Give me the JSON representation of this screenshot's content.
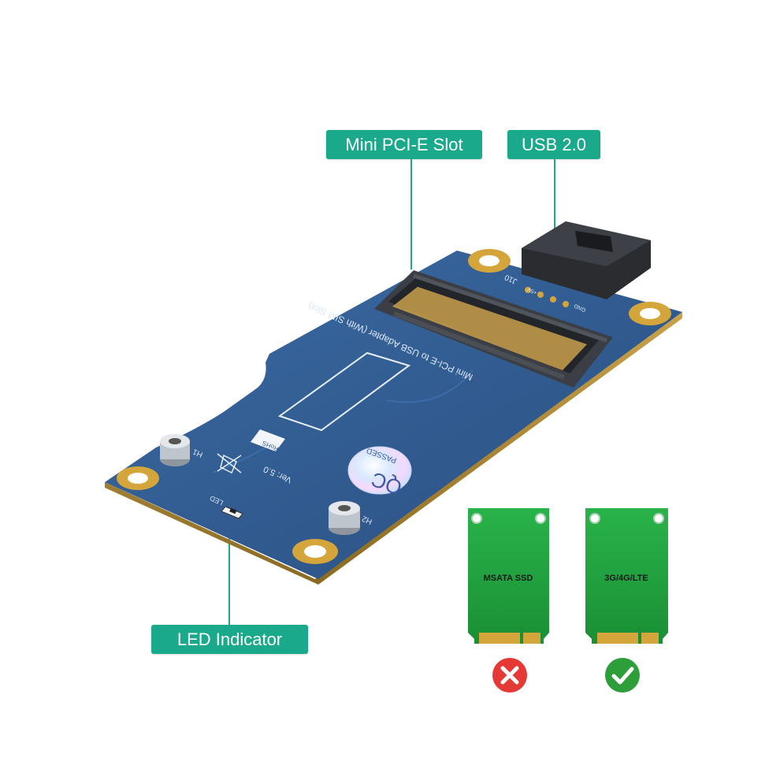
{
  "callouts": {
    "slot": "Mini PCI-E Slot",
    "usb": "USB  2.0",
    "led": "LED Indicator"
  },
  "board": {
    "title_line1": "Mini PCI-E to USB Adapter (With SIM Slot)",
    "version": "Ver: 5.0",
    "qc_text": "QC",
    "qc_passed": "PASSED",
    "rohs": "RoHS",
    "header_id": "J10",
    "pin_5v": "+5V",
    "pin_gnd": "GND",
    "led_silk": "LED",
    "hole_h1": "H1",
    "hole_h2": "H2"
  },
  "cards": [
    {
      "label": "MSATA  SSD",
      "compatible": false
    },
    {
      "label": "3G/4G/LTE",
      "compatible": true
    }
  ],
  "colors": {
    "accent": "#1aa98a",
    "pcb": "#2f5a8f",
    "card_green": "#1f9e3a",
    "incompatible": "#e53935",
    "compatible": "#2e9e3a"
  }
}
